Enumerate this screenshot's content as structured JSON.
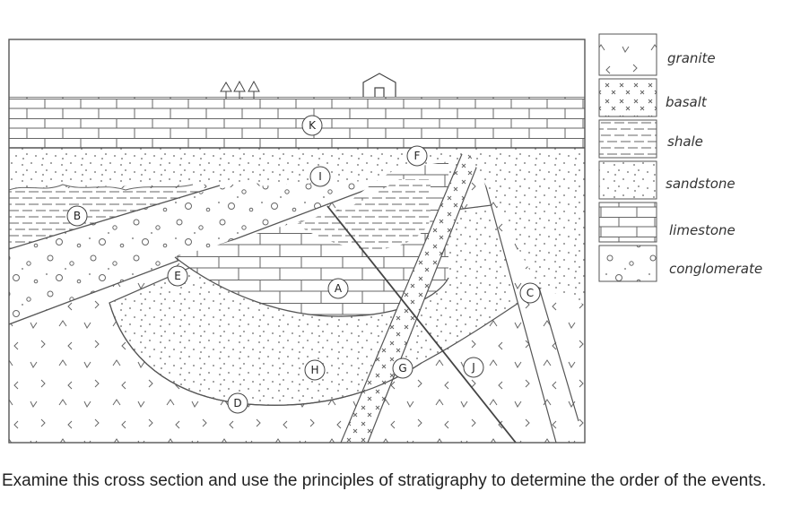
{
  "legend": [
    {
      "key": "granite",
      "label": "granite"
    },
    {
      "key": "basalt",
      "label": "basalt"
    },
    {
      "key": "shale",
      "label": "shale"
    },
    {
      "key": "sandstone",
      "label": "sandstone"
    },
    {
      "key": "limestone",
      "label": "limestone"
    },
    {
      "key": "conglomerate",
      "label": "conglomerate"
    }
  ],
  "units": {
    "A": "A",
    "B": "B",
    "C": "C",
    "D": "D",
    "E": "E",
    "F": "F",
    "G": "G",
    "H": "H",
    "I": "I",
    "J": "J",
    "K": "K"
  },
  "caption": "Examine this cross section and use the principles of stratigraphy to determine the order of the events.",
  "colors": {
    "ink": "#555555",
    "background": "#ffffff",
    "text": "#222222"
  }
}
